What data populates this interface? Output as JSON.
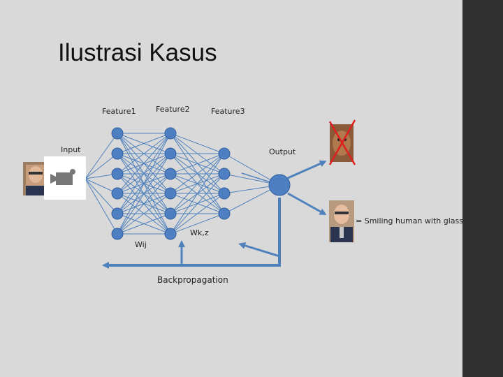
{
  "slide": {
    "title": "Ilustrasi Kasus"
  },
  "diagram": {
    "layer_labels": {
      "feature1": "Feature1",
      "feature2": "Feature2",
      "feature3": "Feature3"
    },
    "input_label": "Input",
    "output_label": "Output",
    "weight_labels": {
      "wij": "Wij",
      "wk": "Wk,z"
    },
    "backprop_label": "Backpropagation",
    "result_label": "= Smiling human with glasses",
    "colors": {
      "node": "#4e7fc3",
      "edge": "#4f81bd",
      "node_stroke": "#2f5f9f",
      "reject": "#e02020"
    }
  }
}
